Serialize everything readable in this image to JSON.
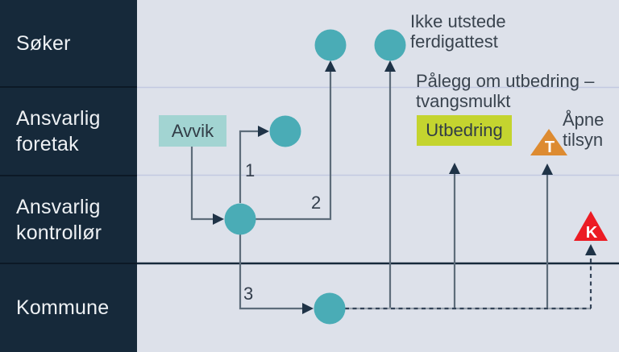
{
  "title": "Tilsyn og avvik prosessdiagram (svømmebane-diagram)",
  "colors": {
    "sidebar_bg": "#16293a",
    "canvas_bg": "#dde1ea",
    "node_teal": "#4aacb6",
    "avvik_box_bg": "#a2d4d2",
    "utbedring_box_bg": "#c4d42f",
    "tilsyn_triangle_orange": "#dd8b31",
    "kontroll_triangle_red": "#ec1c24",
    "line_gray": "#5d6c7a",
    "arrowhead_navy": "#1f3347",
    "divider_light": "#c3c9e0",
    "divider_dark": "#16293b",
    "text_dark": "#39434e",
    "sidebar_text": "#eef1f4"
  },
  "sidebar": {
    "lanes": [
      {
        "id": "soker",
        "label": "Søker"
      },
      {
        "id": "ansvarlig-foretak",
        "label": "Ansvarlig\nforetak"
      },
      {
        "id": "ansvarlig-kontrollor",
        "label": "Ansvarlig\nkontrollør"
      },
      {
        "id": "kommune",
        "label": "Kommune"
      }
    ]
  },
  "diagram": {
    "boxes": {
      "avvik": "Avvik",
      "utbedring": "Utbedring"
    },
    "annotations": {
      "ikke_utstede": "Ikke utstede\nferdigattest",
      "palegg": "Pålegg om utbedring –\ntvangsmulkt",
      "apne_tilsyn": "Åpne\ntilsyn"
    },
    "markers": {
      "tilsyn_letter": "T",
      "kontroll_letter": "K"
    },
    "steps": {
      "one": "1",
      "two": "2",
      "three": "3"
    }
  }
}
